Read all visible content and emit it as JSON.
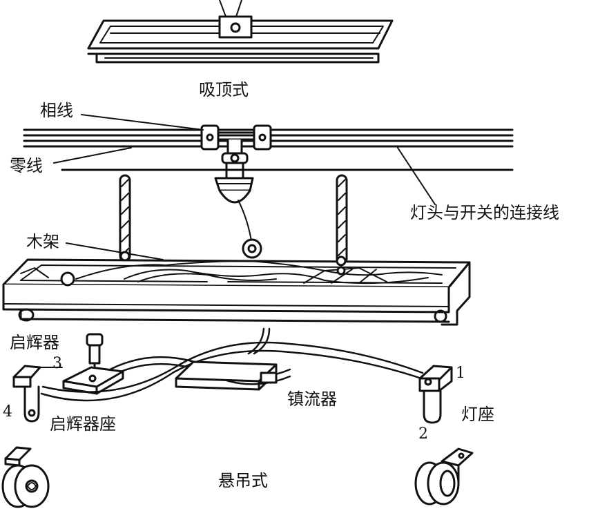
{
  "labels": {
    "ceiling_type": "吸顶式",
    "phase_wire": "相线",
    "neutral_wire": "零线",
    "lamp_switch_wire": "灯头与开关的连接线",
    "wood_frame": "木架",
    "starter": "启辉器",
    "starter_base": "启辉器座",
    "ballast": "镇流器",
    "lamp_holder": "灯座",
    "pendant_type": "悬吊式"
  },
  "numbers": {
    "n1": "1",
    "n2": "2",
    "n3": "3",
    "n4": "4"
  },
  "colors": {
    "line": "#111111",
    "background": "#ffffff"
  }
}
